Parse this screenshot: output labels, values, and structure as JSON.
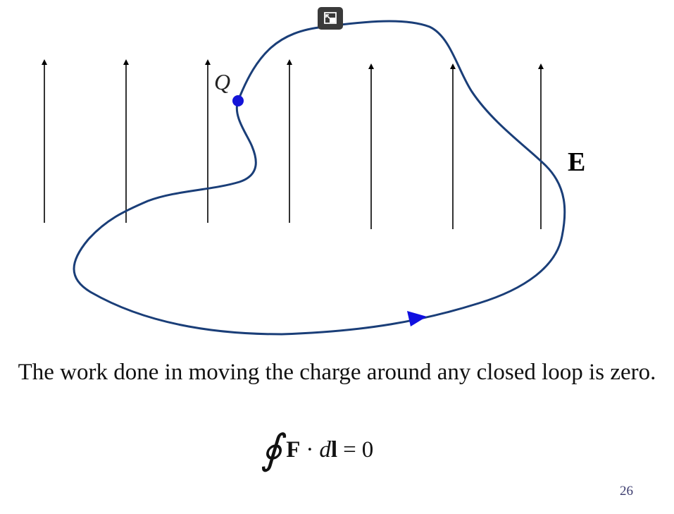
{
  "slide": {
    "charge_label": "Q",
    "field_label": "E",
    "caption": "The work done in moving the charge around any closed loop is zero.",
    "equation": {
      "integral_symbol": "∮",
      "force": "F",
      "dot": "·",
      "d": "d",
      "l": "l",
      "equals": "=",
      "rhs": "0"
    },
    "page_number": "26"
  },
  "colors": {
    "loop": "#1a3e78",
    "charge": "#1414d8",
    "arrow_head": "#1010e0",
    "field_lines": "#000000"
  },
  "icons": {
    "pip_button": "picture-in-picture-exit-icon"
  }
}
